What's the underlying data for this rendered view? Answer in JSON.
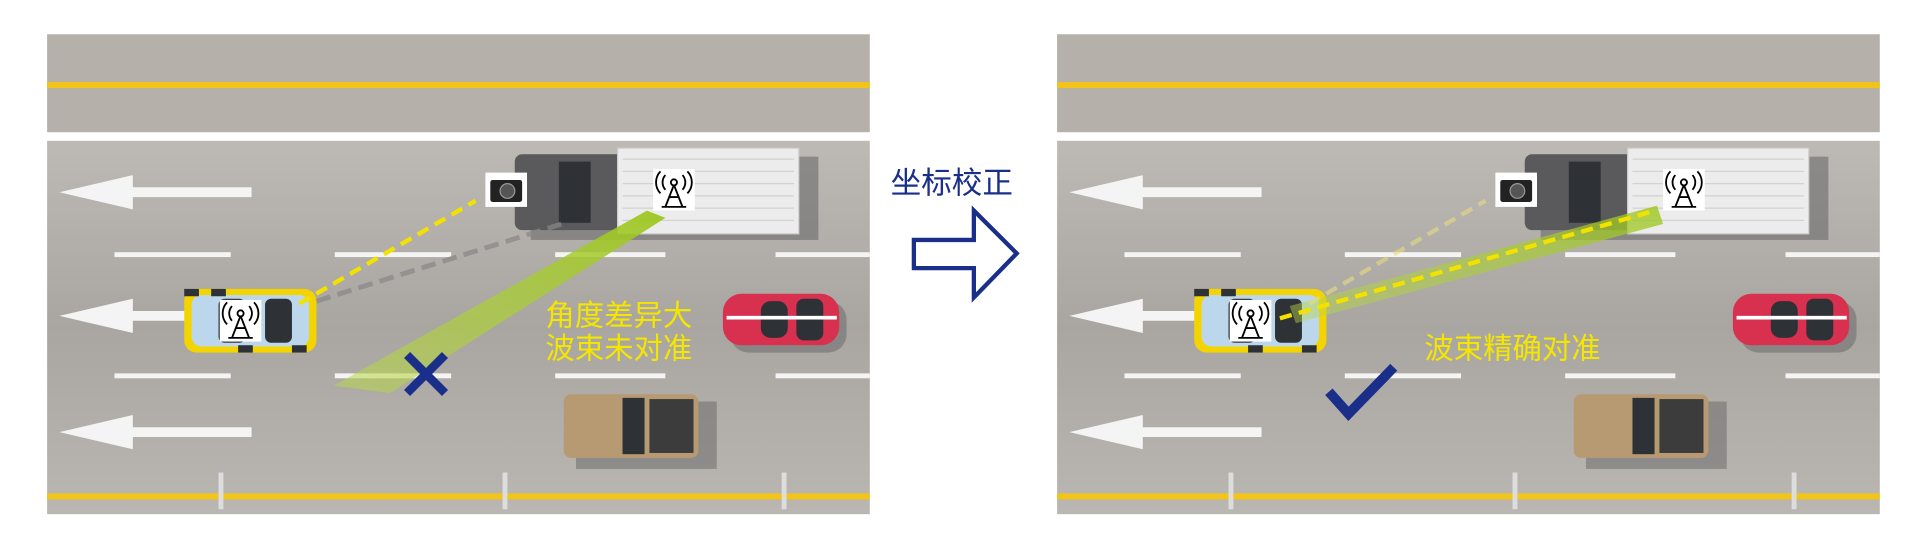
{
  "left_panel": {
    "label_line1": "角度差异大",
    "label_line2": "波束未对准",
    "status_icon": "cross-icon"
  },
  "transition": {
    "label": "坐标校正",
    "icon": "arrow-right-icon"
  },
  "right_panel": {
    "label": "波束精确对准",
    "status_icon": "checkmark-icon"
  },
  "colors": {
    "road": "#b9b5b0",
    "yellow_line": "#f2c318",
    "label_yellow": "#f5e600",
    "navy": "#1a2f8a",
    "beam": "#a6cc2a"
  }
}
